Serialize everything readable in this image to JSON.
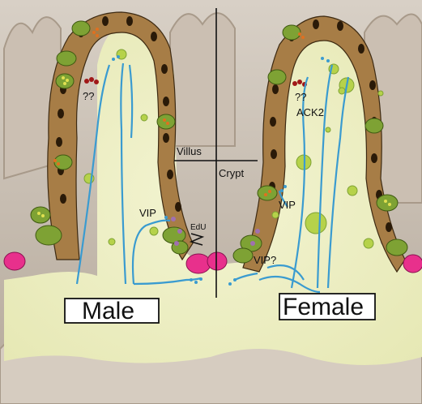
{
  "labels": {
    "male": "Male",
    "female": "Female",
    "villus": "Villus",
    "crypt": "Crypt",
    "vip_left": "VIP",
    "vip_right": "VIP",
    "vip_question": "VIP?",
    "edu": "EdU",
    "ack2": "ACK2",
    "question_left": "??",
    "question_right": "??"
  },
  "colors": {
    "lumen": "#eef0c4",
    "enterocyte": "#a07840",
    "goblet": "#7ea234",
    "paneth": "#e8308c",
    "nerve": "#3a9bd0",
    "background_tissue": "#c4b6a8"
  }
}
